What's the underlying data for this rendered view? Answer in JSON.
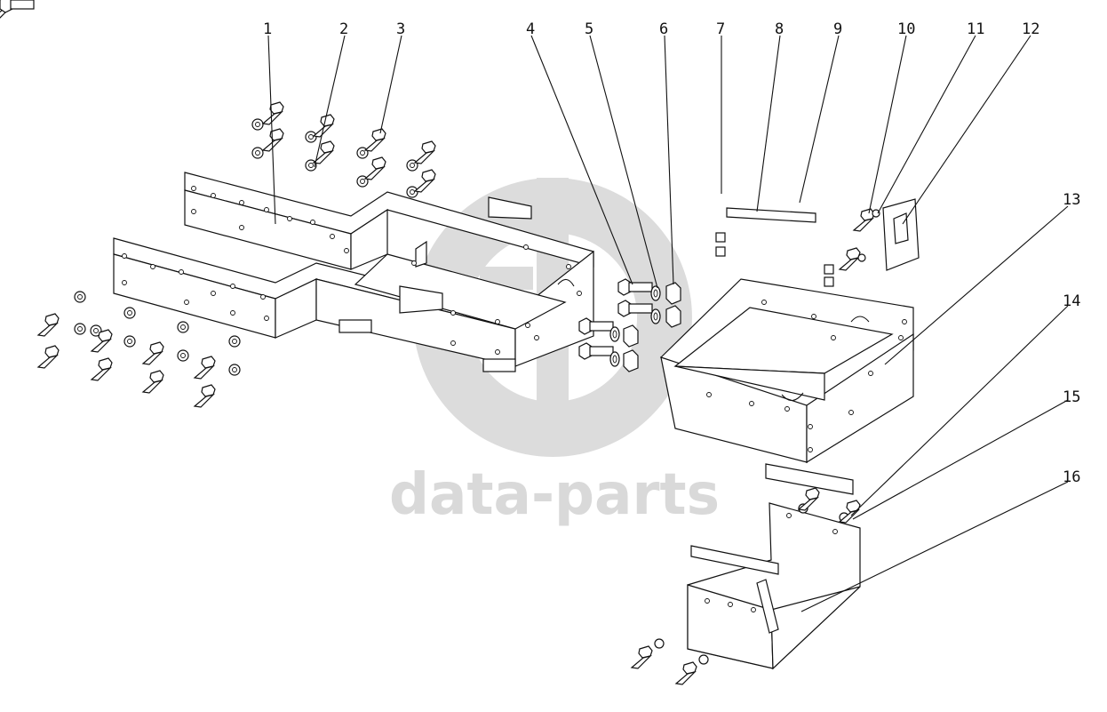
{
  "watermark": {
    "text": "data-parts",
    "color": "#d9d9d9"
  },
  "callouts": [
    "1",
    "2",
    "3",
    "4",
    "5",
    "6",
    "7",
    "8",
    "9",
    "10",
    "11",
    "12",
    "13",
    "14",
    "15",
    "16"
  ]
}
